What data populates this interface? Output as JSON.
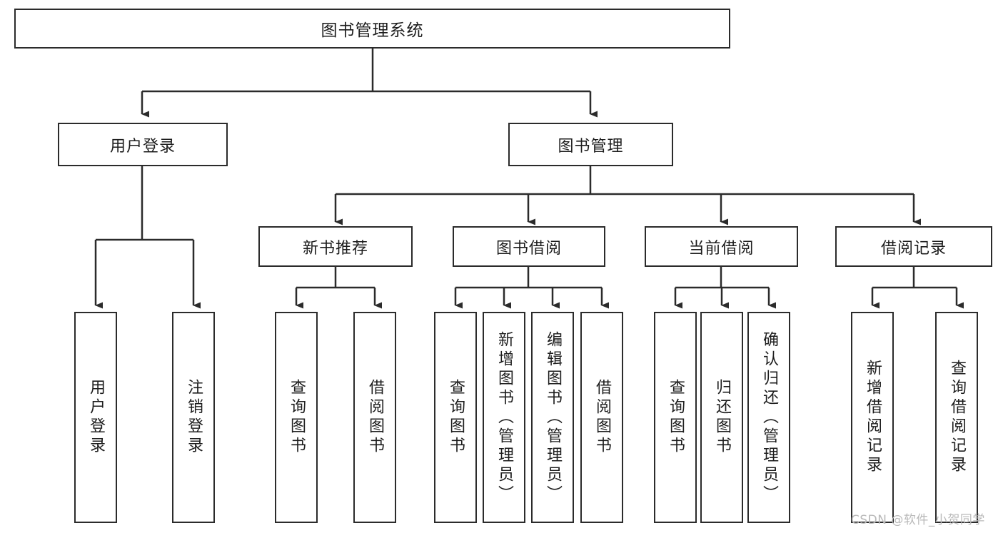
{
  "diagram": {
    "type": "hierarchy-tree",
    "title": "图书管理系统",
    "watermark": "CSDN @软件_小贺同学",
    "colors": {
      "stroke": "#2b2b2b",
      "fill": "#ffffff",
      "text": "#1d1d1d",
      "watermark": "#b9b9b9"
    },
    "levels": {
      "root": {
        "label": "图书管理系统"
      },
      "level2": [
        {
          "label": "用户登录"
        },
        {
          "label": "图书管理"
        }
      ],
      "level3": [
        {
          "label": "新书推荐"
        },
        {
          "label": "图书借阅"
        },
        {
          "label": "当前借阅"
        },
        {
          "label": "借阅记录"
        }
      ],
      "leaves": [
        {
          "label": "用户登录",
          "parent": "用户登录"
        },
        {
          "label": "注销登录",
          "parent": "用户登录"
        },
        {
          "label": "查询图书",
          "parent": "新书推荐"
        },
        {
          "label": "借阅图书",
          "parent": "新书推荐"
        },
        {
          "label": "查询图书",
          "parent": "图书借阅"
        },
        {
          "label": "新增图书（管理员）",
          "parent": "图书借阅"
        },
        {
          "label": "编辑图书（管理员）",
          "parent": "图书借阅"
        },
        {
          "label": "借阅图书",
          "parent": "图书借阅"
        },
        {
          "label": "查询图书",
          "parent": "当前借阅"
        },
        {
          "label": "归还图书",
          "parent": "当前借阅"
        },
        {
          "label": "确认归还（管理员）",
          "parent": "当前借阅"
        },
        {
          "label": "新增借阅记录",
          "parent": "借阅记录"
        },
        {
          "label": "查询借阅记录",
          "parent": "借阅记录"
        }
      ]
    }
  }
}
